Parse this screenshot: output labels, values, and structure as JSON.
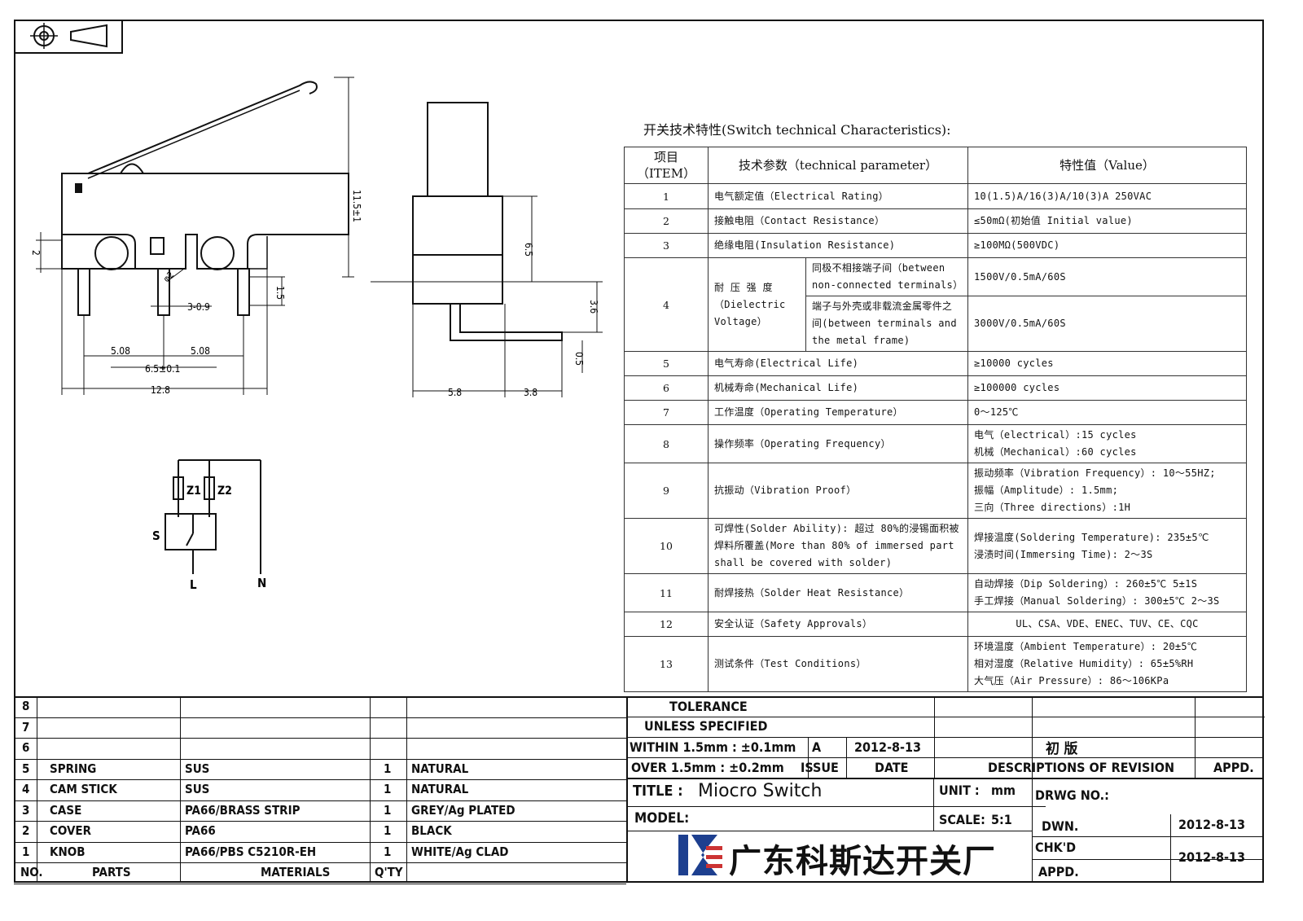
{
  "spec": {
    "title": "开关技术特性(Switch technical Characteristics):",
    "header": {
      "item": "项目\n（ITEM）",
      "param": "技术参数（technical parameter）",
      "value": "特性值（Value）"
    },
    "rows": [
      {
        "no": "1",
        "param": "电气额定值（Electrical Rating）",
        "value": "10(1.5)A/16(3)A/10(3)A  250VAC"
      },
      {
        "no": "2",
        "param": "接触电阻（Contact  Resistance）",
        "value": "≤50mΩ(初始值 Initial value)"
      },
      {
        "no": "3",
        "param": "绝缘电阻(Insulation Resistance)",
        "value": "≥100MΩ(500VDC)"
      },
      {
        "no": "4",
        "param": "耐 压 强 度\n（Dielectric Voltage）",
        "sub1": "同极不相接端子间（between non-connected terminals）",
        "value1": "1500V/0.5mA/60S",
        "sub2": "端子与外壳或非载流金属零件之间(between terminals and the metal frame)",
        "value2": "3000V/0.5mA/60S"
      },
      {
        "no": "5",
        "param": "电气寿命(Electrical Life)",
        "value": "≥10000 cycles"
      },
      {
        "no": "6",
        "param": "机械寿命(Mechanical Life)",
        "value": "≥100000 cycles"
      },
      {
        "no": "7",
        "param": "工作温度（Operating Temperature）",
        "value": "0～125℃"
      },
      {
        "no": "8",
        "param": "操作频率（Operating Frequency）",
        "value": "电气（electrical）:15 cycles\n机械（Mechanical）:60 cycles"
      },
      {
        "no": "9",
        "param": "抗振动（Vibration Proof）",
        "value": " 振动频率（Vibration Frequency）: 10～55HZ;\n振幅（Amplitude）: 1.5mm;\n三向（Three directions）:1H"
      },
      {
        "no": "10",
        "param": "可焊性(Solder Ability): 超过 80%的浸锡面积被焊料所覆盖(More than 80% of immersed part shall be covered with solder)",
        "value": "焊接温度(Soldering Temperature): 235±5℃\n浸渍时间(Immersing Time): 2～3S"
      },
      {
        "no": "11",
        "param": "耐焊接热（Solder Heat Resistance）",
        "value": "自动焊接（Dip Soldering）: 260±5℃ 5±1S\n手工焊接（Manual Soldering）: 300±5℃ 2～3S"
      },
      {
        "no": "12",
        "param": "安全认证（Safety Approvals）",
        "value": "UL、CSA、VDE、ENEC、TUV、CE、CQC"
      },
      {
        "no": "13",
        "param": "测试条件（Test Conditions）",
        "value": "环境温度（Ambient Temperature）: 20±5℃\n相对湿度（Relative Humidity）: 65±5%RH\n大气压（Air Pressure）: 86～106KPa"
      }
    ]
  },
  "dims": {
    "h_total": "11.5±1",
    "h_pin": "2",
    "h_lower": "1.5",
    "hole": "φ2",
    "hole_gap": "3-0.9",
    "pitch1": "5.08",
    "pitch2": "5.08",
    "pitch_total": "6.5±0.1",
    "width": "12.8",
    "side_h": "6.5",
    "side_h2": "3.6",
    "side_t": "0.5",
    "side_w1": "5.8",
    "side_w2": "3.8"
  },
  "circuit": {
    "z1": "Z1",
    "z2": "Z2",
    "s": "S",
    "l": "L",
    "n": "N"
  },
  "title_block": {
    "row_numbers": [
      "8",
      "7",
      "6",
      "5",
      "4",
      "3",
      "2",
      "1"
    ],
    "parts": [
      {
        "no": "5",
        "part": "SPRING",
        "material": "SUS",
        "qty": "1",
        "finish": "NATURAL"
      },
      {
        "no": "4",
        "part": "CAM STICK",
        "material": "SUS",
        "qty": "1",
        "finish": "NATURAL"
      },
      {
        "no": "3",
        "part": "CASE",
        "material": "PA66/BRASS STRIP",
        "qty": "1",
        "finish": "GREY/Ag PLATED"
      },
      {
        "no": "2",
        "part": "COVER",
        "material": "PA66",
        "qty": "1",
        "finish": "BLACK"
      },
      {
        "no": "1",
        "part": "KNOB",
        "material": "PA66/PBS C5210R-EH",
        "qty": "1",
        "finish": "WHITE/Ag CLAD"
      }
    ],
    "hdr_no": "NO.",
    "hdr_parts": "PARTS",
    "hdr_materials": "MATERIALS",
    "hdr_qty": "Q'TY",
    "tolerance1": "TOLERANCE",
    "tolerance2": "UNLESS  SPECIFIED",
    "within": "WITHIN 1.5mm : ±0.1mm",
    "over": "OVER 1.5mm : ±0.2mm",
    "rev_issue": "A",
    "rev_date": "2012-8-13",
    "rev_desc": "初  版",
    "hdr_issue": "ISSUE",
    "hdr_date": "DATE",
    "hdr_desc": "DESCRIPTIONS  OF  REVISION",
    "hdr_appd": "APPD.",
    "title_label": "TITLE :",
    "title_value": "Miocro Switch",
    "unit_label": "UNIT :",
    "unit_value": "mm",
    "drwg_label": "DRWG  NO.:",
    "model_label": "MODEL:",
    "scale_label": "SCALE:",
    "scale_value": "5:1",
    "dwn_label": "DWN.",
    "dwn_date": "2012-8-13",
    "chkd_label": "CHK'D",
    "chkd_date": "2012-8-13",
    "appd_label": "APPD.",
    "company": "广东科斯达开关厂",
    "logo_color": "#1d3f8f"
  }
}
